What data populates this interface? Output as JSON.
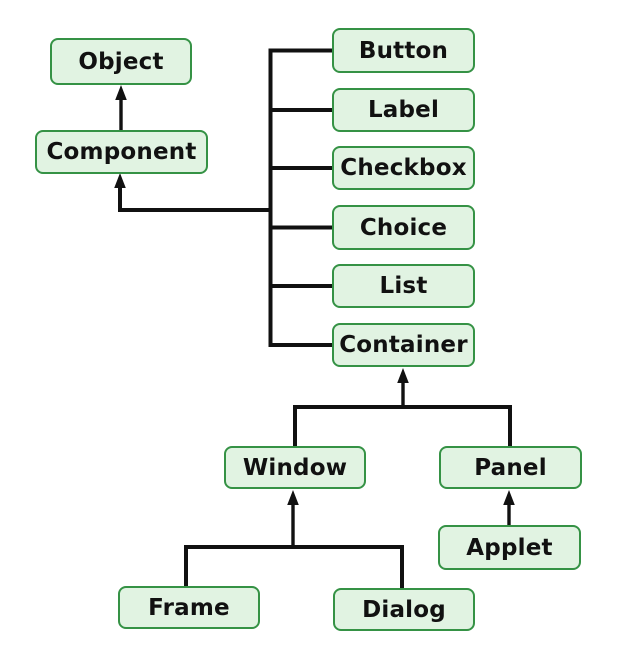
{
  "diagram": {
    "type": "class-hierarchy",
    "nodes": {
      "object": {
        "label": "Object"
      },
      "component": {
        "label": "Component"
      },
      "button": {
        "label": "Button"
      },
      "label": {
        "label": "Label"
      },
      "checkbox": {
        "label": "Checkbox"
      },
      "choice": {
        "label": "Choice"
      },
      "list": {
        "label": "List"
      },
      "container": {
        "label": "Container"
      },
      "window": {
        "label": "Window"
      },
      "panel": {
        "label": "Panel"
      },
      "applet": {
        "label": "Applet"
      },
      "frame": {
        "label": "Frame"
      },
      "dialog": {
        "label": "Dialog"
      }
    },
    "edges": [
      {
        "from": "Component",
        "to": "Object"
      },
      {
        "from": "Button",
        "to": "Component"
      },
      {
        "from": "Label",
        "to": "Component"
      },
      {
        "from": "Checkbox",
        "to": "Component"
      },
      {
        "from": "Choice",
        "to": "Component"
      },
      {
        "from": "List",
        "to": "Component"
      },
      {
        "from": "Container",
        "to": "Component"
      },
      {
        "from": "Window",
        "to": "Container"
      },
      {
        "from": "Panel",
        "to": "Container"
      },
      {
        "from": "Frame",
        "to": "Window"
      },
      {
        "from": "Dialog",
        "to": "Window"
      },
      {
        "from": "Applet",
        "to": "Panel"
      }
    ],
    "colors": {
      "node_fill": "#e1f3e2",
      "node_border": "#359245",
      "connector": "#111111",
      "background": "#ffffff"
    }
  }
}
